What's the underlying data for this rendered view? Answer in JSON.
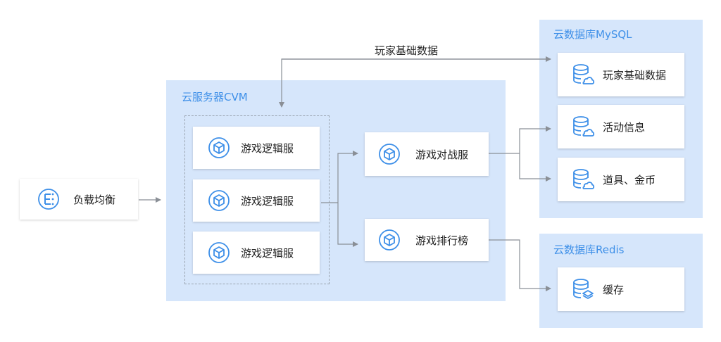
{
  "regions": {
    "cvm_title": "云服务器CVM",
    "mysql_title": "云数据库MySQL",
    "redis_title": "云数据库Redis"
  },
  "nodes": {
    "load_balancer": "负载均衡",
    "logic_server_1": "游戏逻辑服",
    "logic_server_2": "游戏逻辑服",
    "logic_server_3": "游戏逻辑服",
    "battle_server": "游戏对战服",
    "ranking_server": "游戏排行榜",
    "player_data": "玩家基础数据",
    "activity_info": "活动信息",
    "items_gold": "道具、金币",
    "cache": "缓存"
  },
  "edge_labels": {
    "player_data_link": "玩家基础数据"
  },
  "colors": {
    "region_bg": "#d6e6fb",
    "accent": "#3d8fe8",
    "line": "#8a8f96"
  },
  "icons": {
    "load_balancer": "load-balancer-icon",
    "server": "cube-server-icon",
    "database": "database-cloud-icon",
    "cache": "cache-layers-icon"
  }
}
